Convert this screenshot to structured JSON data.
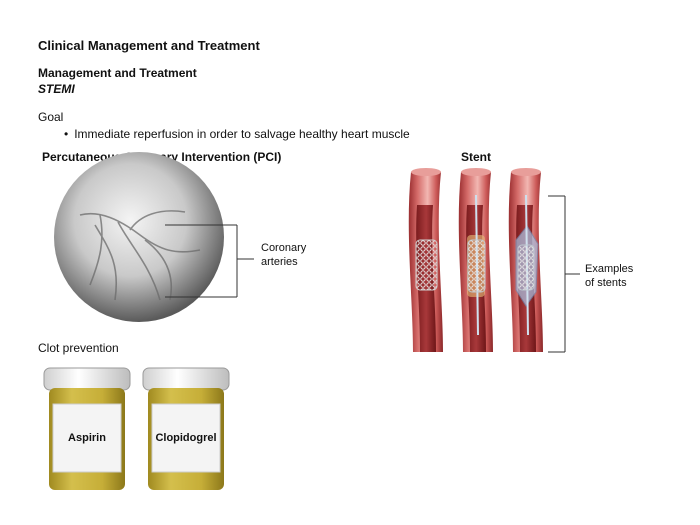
{
  "page": {
    "title": "Clinical Management and Treatment",
    "section": "Management and Treatment",
    "subsection": "STEMI",
    "goal_label": "Goal",
    "goal_bullet": "Immediate reperfusion in order to salvage healthy heart muscle"
  },
  "pci": {
    "title": "Percutaneous Coronary Intervention (PCI)",
    "callout_line1": "Coronary",
    "callout_line2": "arteries"
  },
  "stent": {
    "title": "Stent",
    "callout_line1": "Examples",
    "callout_line2": "of stents"
  },
  "clot": {
    "label": "Clot prevention",
    "bottles": [
      "Aspirin",
      "Clopidogrel"
    ]
  },
  "colors": {
    "vessel_red": "#c8484a",
    "vessel_dark": "#8e2a2c",
    "vessel_light": "#f0b2ae",
    "pill_yellow": "#c9b23a",
    "cap_white": "#f2f2f2"
  }
}
